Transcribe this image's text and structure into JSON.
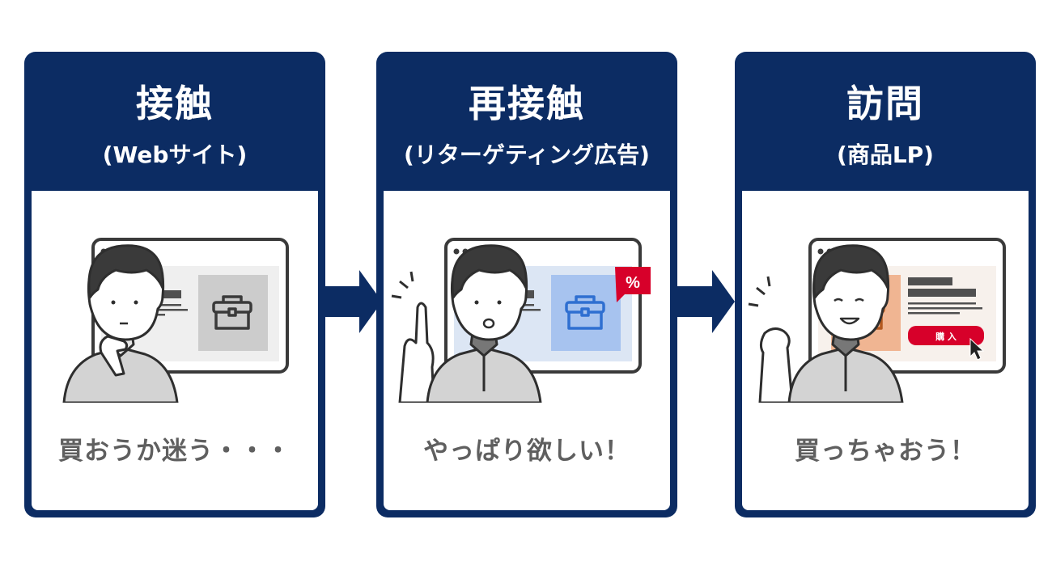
{
  "colors": {
    "navy": "#0c2c63",
    "caption_gray": "#5f5f5f",
    "accent_red": "#d7002a",
    "blue_product": "#a7c3ef",
    "blue_screen": "#dce6f4",
    "blue_icon": "#2f6fd1",
    "orange_product": "#f0b592",
    "orange_icon": "#b3591f",
    "gray_product": "#cccccc",
    "gray_screen": "#efefef"
  },
  "steps": [
    {
      "title": "接触",
      "subtitle": "(Webサイト)",
      "caption": "買おうか迷う・・・",
      "illustration": "person-thinking-website-gray"
    },
    {
      "title": "再接触",
      "subtitle": "(リターゲティング広告)",
      "caption": "やっぱり欲しい！",
      "illustration": "person-pointing-retargeting-ad",
      "badge": "%"
    },
    {
      "title": "訪問",
      "subtitle": "(商品LP)",
      "caption": "買っちゃおう！",
      "illustration": "person-fist-product-lp",
      "buy_button": "購 入"
    }
  ],
  "arrows": [
    "arrow-right",
    "arrow-right"
  ]
}
